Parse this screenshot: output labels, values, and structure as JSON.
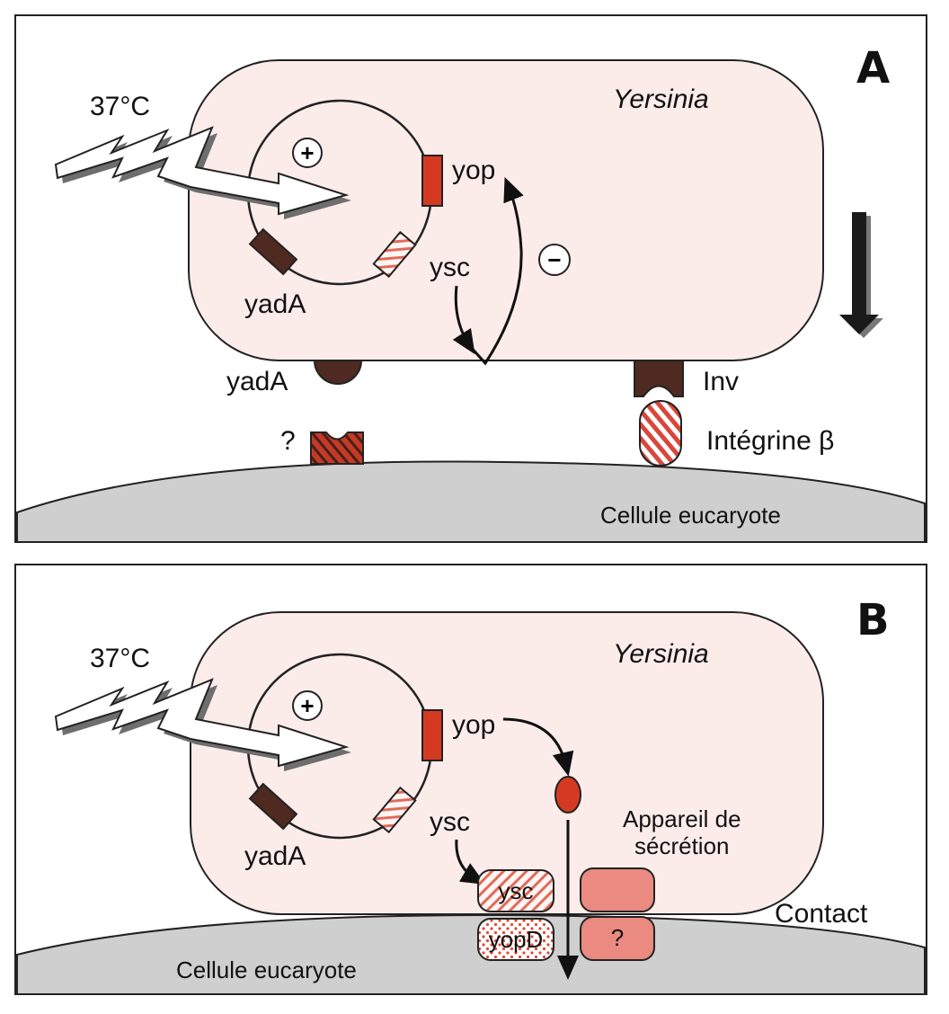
{
  "colors": {
    "cell_fill": "#fbecea",
    "host_fill": "#cfcfcf",
    "gene_red": "#d43a22",
    "gene_brown": "#4e2a20",
    "pink_block": "#ea8a80"
  },
  "panel_a": {
    "letter": "A",
    "temperature": "37°C",
    "organism": "Yersinia",
    "plus_sign": "+",
    "minus_sign": "−",
    "gene_yop": "yop",
    "gene_ysc": "ysc",
    "gene_yada": "yadA",
    "surface_yada": "yadA",
    "inv": "Inv",
    "integrin": "Intégrine β",
    "unknown_receptor": "?",
    "host_cell": "Cellule eucaryote"
  },
  "panel_b": {
    "letter": "B",
    "temperature": "37°C",
    "organism": "Yersinia",
    "plus_sign": "+",
    "gene_yop": "yop",
    "gene_ysc": "ysc",
    "gene_yada": "yadA",
    "secretion_label_line1": "Appareil de",
    "secretion_label_line2": "sécrétion",
    "ysc_box": "ysc",
    "yopd_box": "yopD",
    "unknown_box": "?",
    "contact": "Contact",
    "host_cell": "Cellule eucaryote"
  }
}
